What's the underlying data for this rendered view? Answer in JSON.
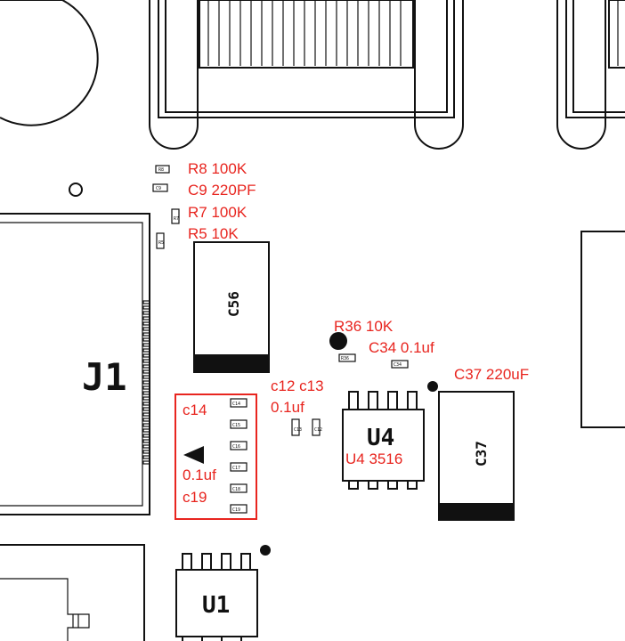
{
  "annotations": {
    "r8": "R8  100K",
    "c9": "C9  220PF",
    "r7": "R7  100K",
    "r5": "R5  10K",
    "r36": "R36  10K",
    "c34": "C34  0.1uf",
    "c37": "C37 220uF",
    "c12_c13": "c12 c13",
    "c12_c13_value": "0.1uf",
    "c14": "c14",
    "group_value": "0.1uf",
    "c19": "c19",
    "u4": "U4 3516"
  },
  "silkscreen": {
    "j1": "J1",
    "c56": "C56",
    "u4": "U4",
    "c37": "C37",
    "u1": "U1",
    "tiny": {
      "r8": "R8",
      "c9": "C9",
      "r7": "R7",
      "r5": "R5",
      "r36": "R36",
      "c34": "C34",
      "c13": "C13",
      "c12": "C12",
      "c14": "C14",
      "c15": "C15",
      "c16": "C16",
      "c17": "C17",
      "c18": "C18",
      "c19": "C19"
    }
  },
  "colors": {
    "annotation": "#e8251f",
    "silkscreen": "#111111",
    "board": "#ffffff"
  }
}
